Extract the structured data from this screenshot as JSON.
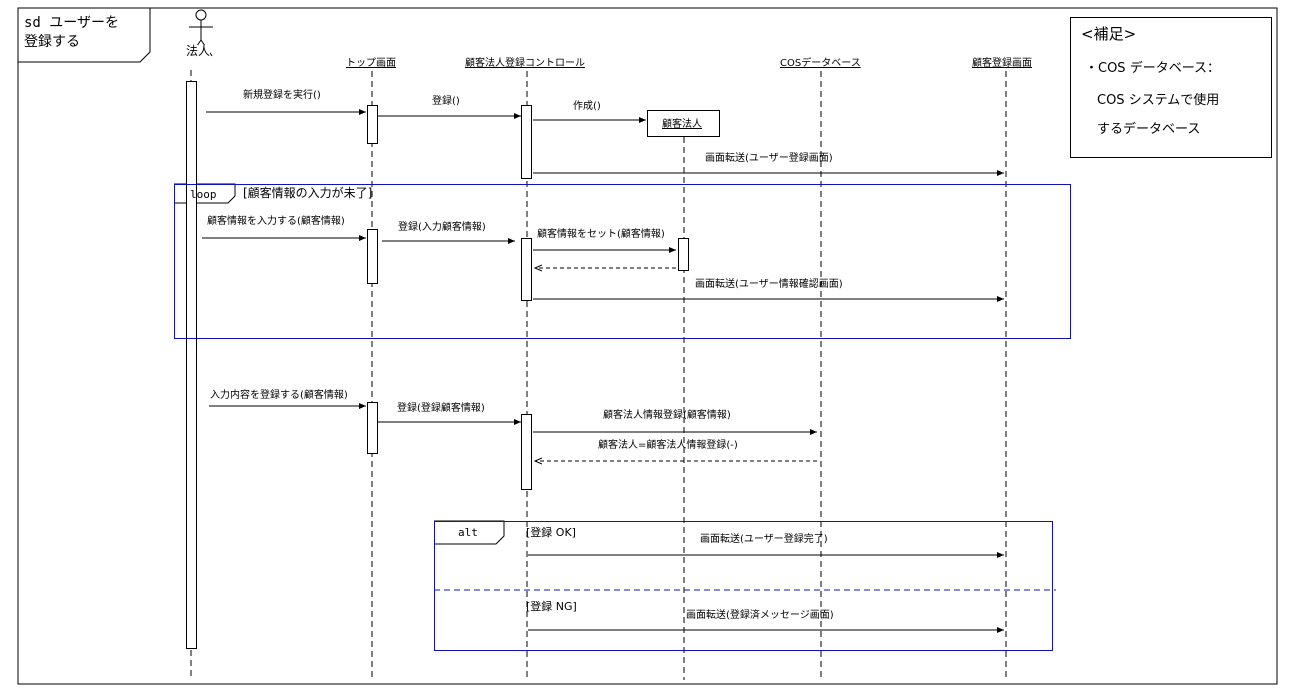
{
  "diagram": {
    "frame_label_line1": "sd ユーザーを",
    "frame_label_line2": "登録する",
    "actor": "法人",
    "lifelines": {
      "top": "トップ画面",
      "controller": "顧客法人登録コントロール",
      "customer": "顧客法人",
      "cos": "COSデータベース",
      "register_screen": "顧客登録画面"
    },
    "note": {
      "title": "<補足>",
      "line1": "・COS データベース：",
      "line2": "COS システムで使用",
      "line3": "するデータベース"
    },
    "messages": {
      "m1": "新規登録を実行()",
      "m2": "登録()",
      "m3": "作成()",
      "m4": "画面転送(ユーザー登録画面)",
      "m5": "顧客情報を入力する(顧客情報)",
      "m6": "登録(入力顧客情報)",
      "m7": "顧客情報をセット(顧客情報)",
      "m8": "画面転送(ユーザー情報確認画面)",
      "m9": "入力内容を登録する(顧客情報)",
      "m10": "登録(登録顧客情報)",
      "m11": "顧客法人情報登録(顧客情報)",
      "m12": "顧客法人=顧客法人情報登録(-)",
      "m13": "画面転送(ユーザー登録完了)",
      "m14": "画面転送(登録済メッセージ画面)"
    },
    "loop": {
      "keyword": "loop",
      "guard": "[顧客情報の入力が未了]"
    },
    "alt": {
      "keyword": "alt",
      "guard_ok": "[登録 OK]",
      "guard_ng": "[登録 NG]"
    }
  }
}
